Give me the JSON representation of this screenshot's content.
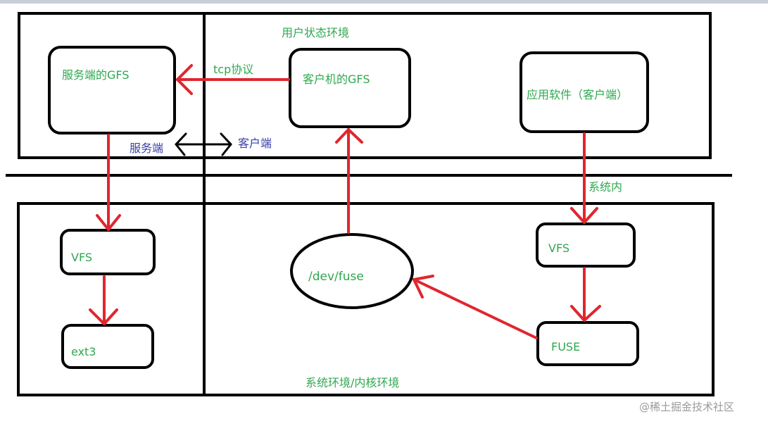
{
  "regions": {
    "user_space": "用户状态环境",
    "kernel_space": "系统环境/内核环境"
  },
  "nodes": {
    "server_gfs": "服务端的GFS",
    "client_gfs": "客户机的GFS",
    "app": "应用软件（客户端）",
    "vfs_left": "VFS",
    "ext3": "ext3",
    "dev_fuse": "/dev/fuse",
    "vfs_right": "VFS",
    "fuse": "FUSE"
  },
  "edges": {
    "tcp": "tcp协议",
    "server_side": "服务端",
    "client_side": "客户端",
    "syscall": "系统内"
  },
  "colors": {
    "arrow": "#e0262e",
    "label_green": "#2fa84f",
    "label_blue": "#3a3fa8",
    "line": "#000000"
  },
  "watermark": "@稀土掘金技术社区"
}
